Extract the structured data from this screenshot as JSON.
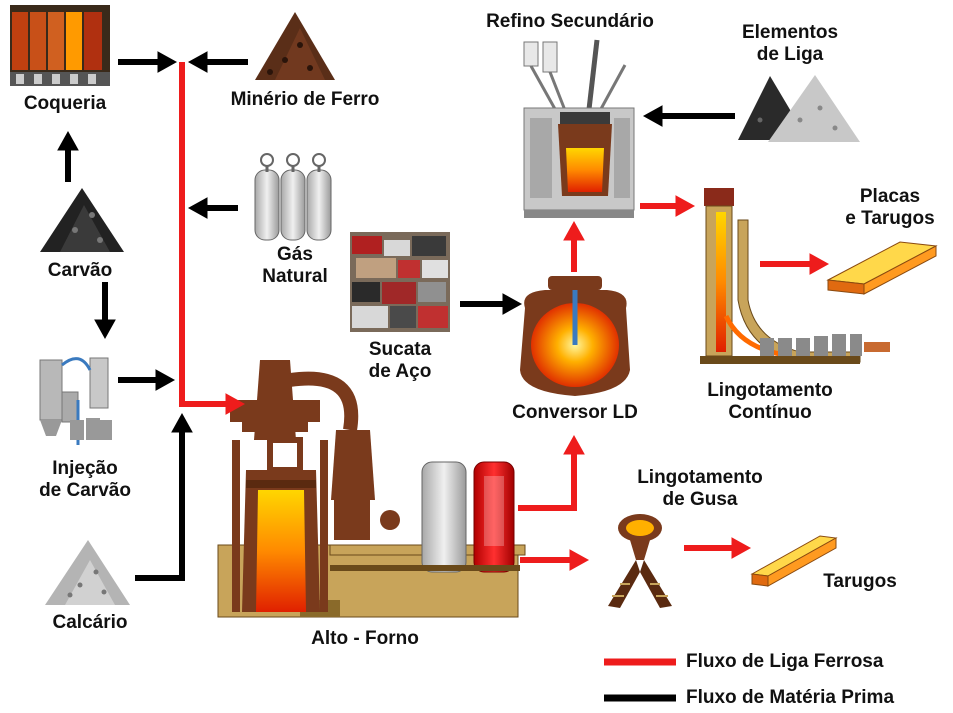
{
  "labels": {
    "coqueria": "Coqueria",
    "minerio": "Minério de Ferro",
    "gas_line1": "Gás",
    "gas_line2": "Natural",
    "carvao": "Carvão",
    "injecao_line1": "Injeção",
    "injecao_line2": "de Carvão",
    "calcario": "Calcário",
    "alto_forno": "Alto - Forno",
    "sucata_line1": "Sucata",
    "sucata_line2": "de Aço",
    "conversor": "Conversor LD",
    "refino": "Refino Secundário",
    "elementos_line1": "Elementos",
    "elementos_line2": "de Liga",
    "placas_line1": "Placas",
    "placas_line2": "e Tarugos",
    "lingot_cont_line1": "Lingotamento",
    "lingot_cont_line2": "Contínuo",
    "lingot_gusa_line1": "Lingotamento",
    "lingot_gusa_line2": "de Gusa",
    "tarugos": "Tarugos"
  },
  "legend": {
    "ferrous": "Fluxo de Liga Ferrosa",
    "raw": "Fluxo de Matéria Prima"
  },
  "colors": {
    "ferrous_flow": "#ee1c1c",
    "raw_flow": "#000000",
    "furnace_brown": "#7a3a1c",
    "base_tan": "#c8a45a",
    "molten": "#ff7a00"
  }
}
